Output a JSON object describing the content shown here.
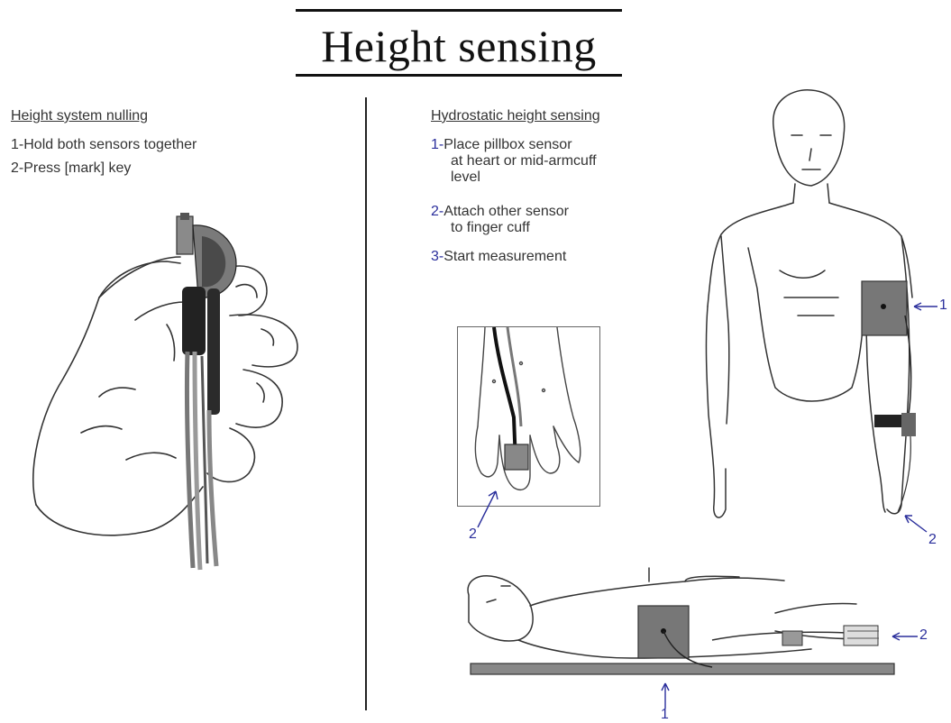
{
  "title": "Height sensing",
  "left": {
    "heading": "Height system nulling",
    "steps": [
      {
        "num": "1",
        "text": "Hold both sensors together"
      },
      {
        "num": "2",
        "text": "Press  [mark]  key"
      }
    ]
  },
  "right": {
    "heading": "Hydrostatic height sensing",
    "steps": [
      {
        "num": "1",
        "lines": [
          "Place pillbox sensor",
          "at heart or mid-armcuff",
          "level"
        ]
      },
      {
        "num": "2",
        "lines": [
          "Attach other sensor",
          "to finger cuff"
        ]
      },
      {
        "num": "3",
        "lines": [
          "Start measurement"
        ]
      }
    ]
  },
  "callouts": {
    "arm_pillbox": "1",
    "arm_finger": "2",
    "inset_finger": "2",
    "supine_finger": "2",
    "supine_pillbox": "1"
  }
}
